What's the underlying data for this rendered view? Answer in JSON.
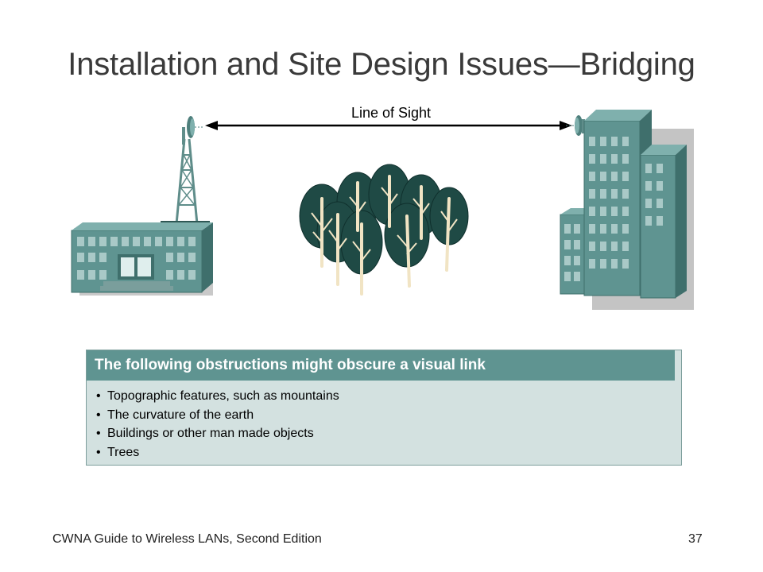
{
  "slide": {
    "title": "Installation and Site Design Issues—Bridging",
    "line_of_sight_label": "Line of Sight"
  },
  "obstructions": {
    "heading": "The following obstructions might obscure a visual link",
    "items": [
      "Topographic features, such as mountains",
      "The curvature of the earth",
      "Buildings or other man made objects",
      "Trees"
    ],
    "bullet": "•"
  },
  "footer": {
    "left": "CWNA Guide to Wireless LANs, Second Edition",
    "page_number": "37"
  },
  "colors": {
    "building": "#5f9491",
    "building_dark": "#3f6f6c",
    "tree": "#1f4a45",
    "box_header": "#5f9491",
    "box_body": "#d3e1e0"
  }
}
